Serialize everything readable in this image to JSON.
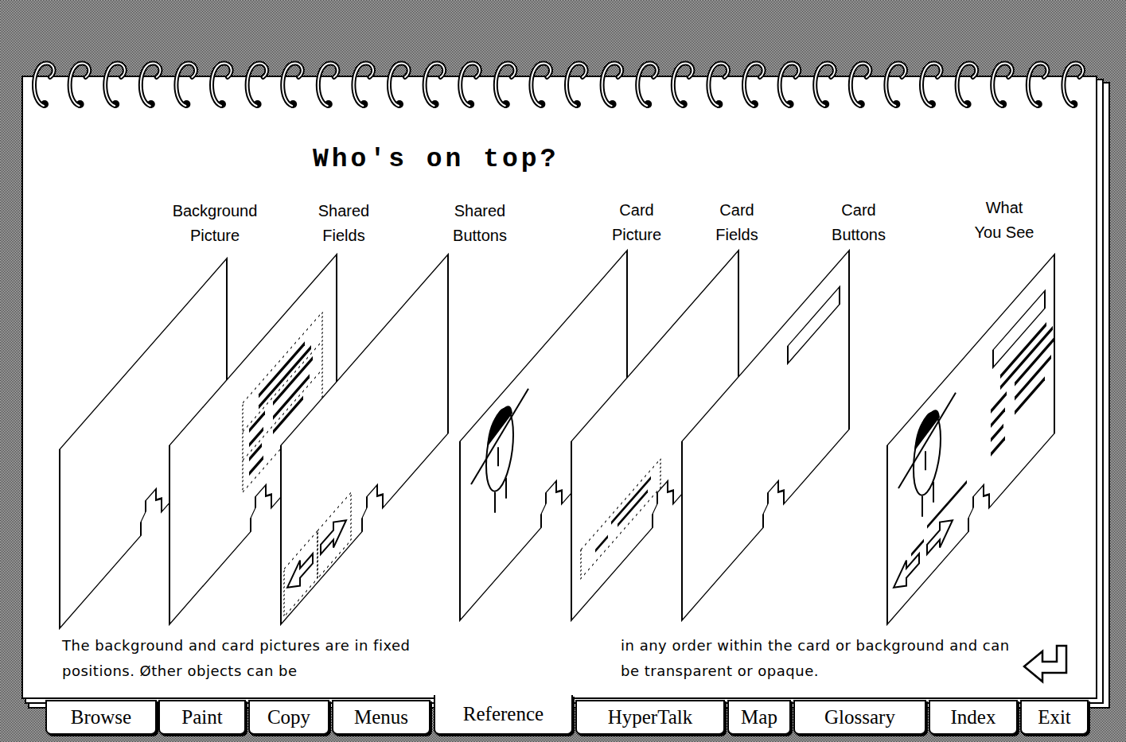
{
  "diagram": {
    "title": "Who's on top?",
    "nodes": [
      {
        "text": [
          "Background Picture"
        ]
      },
      {
        "text": [
          "Shared Fields"
        ]
      },
      {
        "text": [
          "Shared Buttons"
        ]
      },
      {
        "text": [
          "Card Picture"
        ]
      },
      {
        "text": [
          "Card Fields"
        ]
      },
      {
        "text": [
          "Card Buttons"
        ]
      },
      {
        "text": [
          "What You See"
        ]
      },
      {
        "text": [
          "Browse"
        ]
      },
      {
        "text": [
          "Paint"
        ]
      },
      {
        "text": [
          "Copy"
        ]
      },
      {
        "text": [
          "Menus"
        ]
      },
      {
        "text": [
          "Reference"
        ]
      },
      {
        "text": [
          "HyperTalk"
        ]
      },
      {
        "text": [
          "Map"
        ]
      },
      {
        "text": [
          "Glossary"
        ]
      },
      {
        "text": [
          "Index"
        ]
      },
      {
        "text": [
          "Exit"
        ]
      }
    ],
    "labels": [
      "The background and card pictures are in fixed positions. Øther objects can be",
      "in any order within the card or background and can be transparent or opaque."
    ]
  }
}
